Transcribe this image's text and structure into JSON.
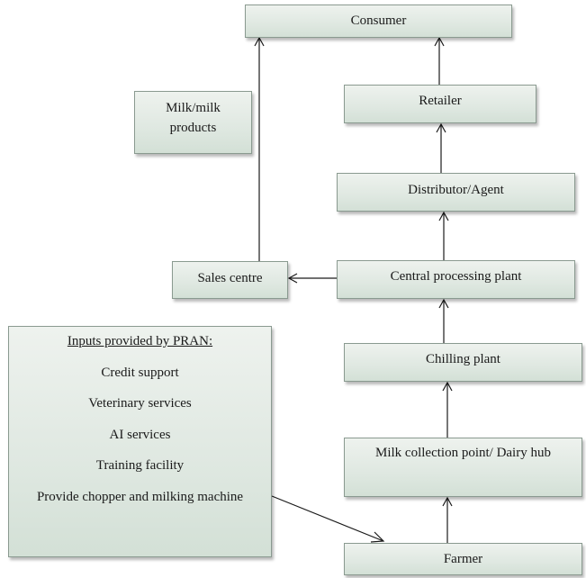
{
  "diagram": {
    "nodes": {
      "consumer": "Consumer",
      "retailer": "Retailer",
      "distributor": "Distributor/Agent",
      "central_plant": "Central processing plant",
      "sales_centre": "Sales centre",
      "chilling_plant": "Chilling plant",
      "milk_collection": "Milk collection point/ Dairy hub",
      "farmer": "Farmer",
      "milk_products": "Milk/milk products"
    },
    "inputs": {
      "title": "Inputs provided by PRAN:",
      "items": [
        "Credit support",
        "Veterinary services",
        "AI services",
        "Training facility",
        "Provide chopper and milking machine"
      ]
    },
    "edges": [
      {
        "from": "farmer",
        "to": "milk_collection"
      },
      {
        "from": "milk_collection",
        "to": "chilling_plant"
      },
      {
        "from": "chilling_plant",
        "to": "central_plant"
      },
      {
        "from": "central_plant",
        "to": "distributor"
      },
      {
        "from": "distributor",
        "to": "retailer"
      },
      {
        "from": "retailer",
        "to": "consumer"
      },
      {
        "from": "central_plant",
        "to": "sales_centre"
      },
      {
        "from": "sales_centre",
        "to": "consumer"
      },
      {
        "from": "inputs",
        "to": "farmer"
      }
    ]
  }
}
